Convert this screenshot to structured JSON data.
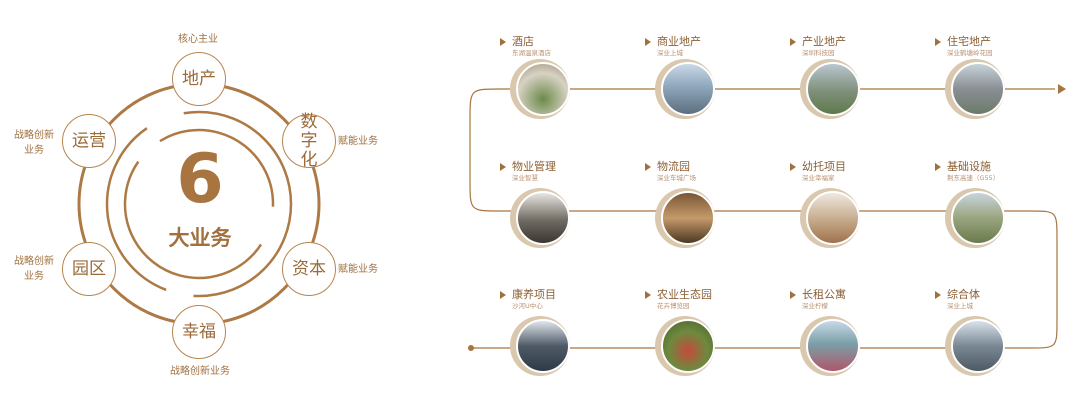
{
  "center": {
    "number": "6",
    "label": "大业务"
  },
  "nodes": [
    {
      "label": "地产",
      "note": "核心主业"
    },
    {
      "label": "数字化",
      "note": "赋能业务"
    },
    {
      "label": "资本",
      "note": "赋能业务"
    },
    {
      "label": "幸福",
      "note": "战略创新业务"
    },
    {
      "label": "园区",
      "note": "战略创新业务"
    },
    {
      "label": "运营",
      "note": "战略创新业务"
    }
  ],
  "businesses": [
    {
      "title": "酒店",
      "subtitle": "东湖温泉酒店"
    },
    {
      "title": "商业地产",
      "subtitle": "深业上城"
    },
    {
      "title": "产业地产",
      "subtitle": "深圳科技园"
    },
    {
      "title": "住宅地产",
      "subtitle": "深业鹤塘岭花园"
    },
    {
      "title": "物业管理",
      "subtitle": "深业智慧"
    },
    {
      "title": "物流园",
      "subtitle": "深业车城广场"
    },
    {
      "title": "幼托项目",
      "subtitle": "深业幸福家"
    },
    {
      "title": "基础设施",
      "subtitle": "荆东高速（G55）"
    },
    {
      "title": "康养项目",
      "subtitle": "沙河U中心"
    },
    {
      "title": "农业生态园",
      "subtitle": "花卉博览园"
    },
    {
      "title": "长租公寓",
      "subtitle": "深业柠檬"
    },
    {
      "title": "综合体",
      "subtitle": "深业上城"
    }
  ],
  "colors": {
    "accent": "#a8743f",
    "crescent": "#d9c7ae"
  }
}
